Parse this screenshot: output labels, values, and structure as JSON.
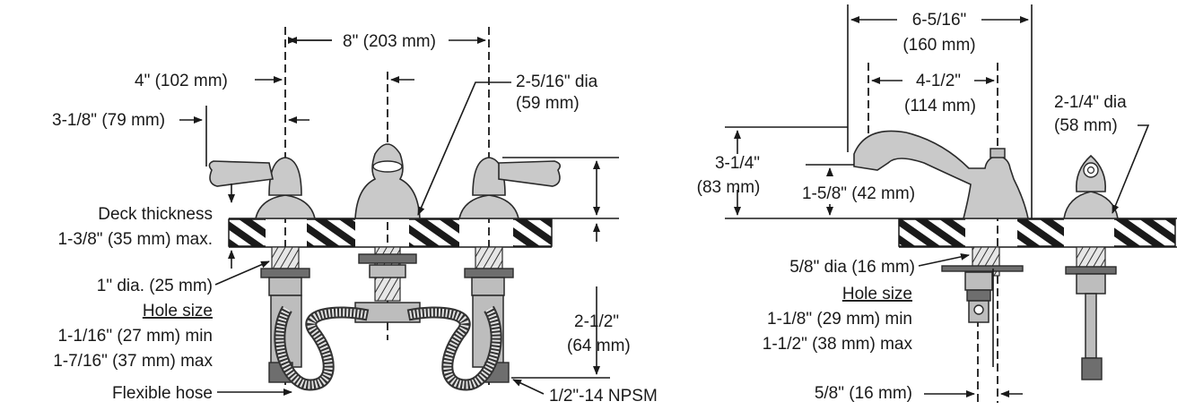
{
  "left_view": {
    "labels": {
      "center_spacing": "8\" (203 mm)",
      "half_spacing": "4\" (102 mm)",
      "handle_offset": "3-1/8\" (79 mm)",
      "spout_dia_line1": "2-5/16\" dia",
      "spout_dia_line2": "(59 mm)",
      "deck_line1": "Deck thickness",
      "deck_line2": "1-3/8\" (35 mm) max.",
      "shank_dia": "1\" dia. (25 mm)",
      "hole_size_title": "Hole size",
      "hole_min": "1-1/16\" (27 mm) min",
      "hole_max": "1-7/16\" (37 mm) max",
      "flex_hose": "Flexible hose",
      "npsm": "1/2\"-14 NPSM",
      "shank_len_line1": "2-1/2\"",
      "shank_len_line2": "(64 mm)"
    }
  },
  "right_view": {
    "labels": {
      "overall_line1": "6-5/16\"",
      "overall_line2": "(160 mm)",
      "reach_line1": "4-1/2\"",
      "reach_line2": "(114 mm)",
      "height_line1": "3-1/4\"",
      "height_line2": "(83 mm)",
      "spout_height": "1-5/8\" (42 mm)",
      "shank_dia": "5/8\" dia (16 mm)",
      "hole_size_title": "Hole size",
      "hole_min": "1-1/8\" (29 mm)  min",
      "hole_max": "1-1/2\" (38 mm) max",
      "bottom_dim": "5/8\" (16 mm)",
      "spray_dia_line1": "2-1/4\" dia",
      "spray_dia_line2": "(58 mm)"
    }
  }
}
